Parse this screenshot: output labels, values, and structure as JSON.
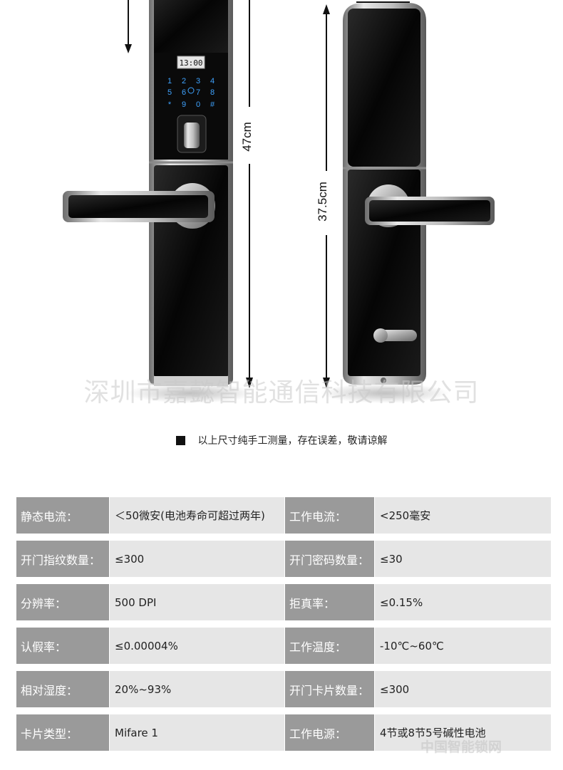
{
  "dimensions": {
    "total_height": "47cm",
    "handle_height": "37.5cm"
  },
  "keypad": {
    "clock": "13:00",
    "keys": [
      "1",
      "2",
      "3",
      "4",
      "5",
      "6",
      "7",
      "8",
      "*",
      "9",
      "0",
      "#"
    ]
  },
  "watermark": "深圳市嘉懿智能通信科技有限公司",
  "note": "以上尺寸纯手工测量，存在误差，敬请谅解",
  "specs": [
    {
      "label1": "静态电流：",
      "value1": "＜50微安(电池寿命可超过两年)",
      "label2": "工作电流：",
      "value2": "<250毫安"
    },
    {
      "label1": "开门指纹数量：",
      "value1": "≤300",
      "label2": "开门密码数量：",
      "value2": "≤30"
    },
    {
      "label1": "分辨率：",
      "value1": "500 DPI",
      "label2": "拒真率：",
      "value2": "≤0.15%"
    },
    {
      "label1": "认假率：",
      "value1": "≤0.00004%",
      "label2": "工作温度：",
      "value2": "-10℃~60℃"
    },
    {
      "label1": "相对湿度：",
      "value1": "20%~93%",
      "label2": "开门卡片数量：",
      "value2": "≤300"
    },
    {
      "label1": "卡片类型：",
      "value1": "Mifare 1",
      "label2": "工作电源：",
      "value2": "4节或8节5号碱性电池"
    }
  ],
  "corner_watermark": "中国智能锁网",
  "colors": {
    "label_bg": "#9a9a9a",
    "value_bg": "#e6e6e6",
    "keypad_digit": "#3fa3ff"
  }
}
